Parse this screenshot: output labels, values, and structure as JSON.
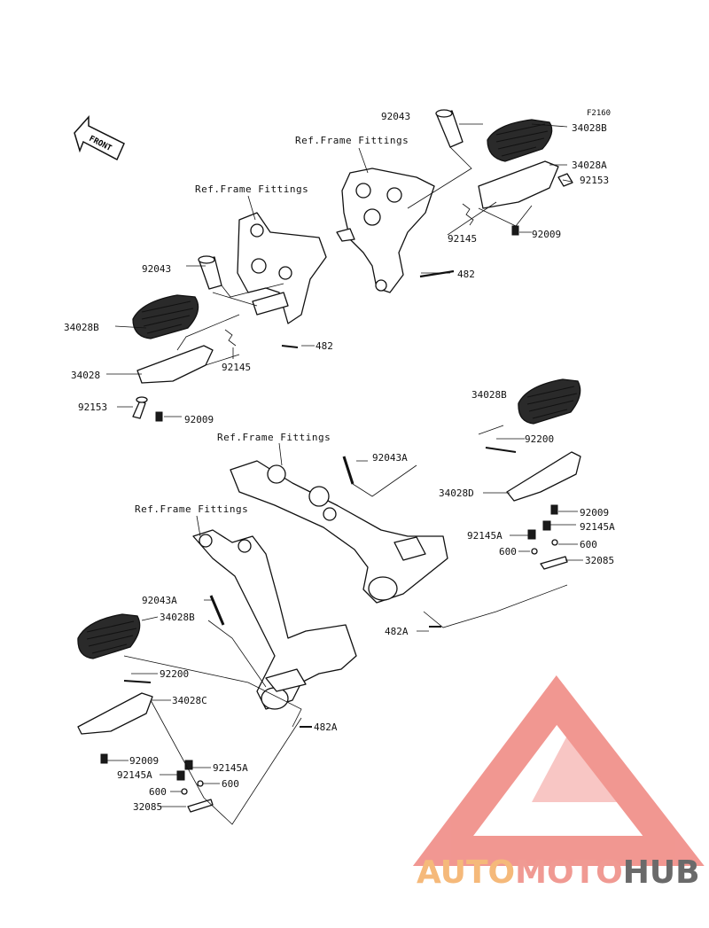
{
  "figure_code": "F2160",
  "front_arrow_text": "FRONT",
  "ref_labels": [
    "Ref.Frame Fittings",
    "Ref.Frame Fittings",
    "Ref.Frame Fittings",
    "Ref.Frame Fittings"
  ],
  "parts": {
    "tr_92043": "92043",
    "tr_34028B": "34028B",
    "tr_34028A": "34028A",
    "tr_92153": "92153",
    "tr_92145": "92145",
    "tr_92009": "92009",
    "tr_482": "482",
    "tl_92043": "92043",
    "tl_34028B": "34028B",
    "tl_92145": "92145",
    "tl_482": "482",
    "tl_34028": "34028",
    "tl_92153": "92153",
    "tl_92009": "92009",
    "br_34028B": "34028B",
    "br_92200": "92200",
    "br_92043A": "92043A",
    "br_34028D": "34028D",
    "br_92009": "92009",
    "br_92145A_r": "92145A",
    "br_92145A_l": "92145A",
    "br_600_r": "600",
    "br_600_l": "600",
    "br_32085": "32085",
    "br_482A": "482A",
    "bl_92043A": "92043A",
    "bl_34028B": "34028B",
    "bl_92200": "92200",
    "bl_34028C": "34028C",
    "bl_482A": "482A",
    "bl_92009": "92009",
    "bl_92145A_r": "92145A",
    "bl_92145A_l": "92145A",
    "bl_600_r": "600",
    "bl_600_l": "600",
    "bl_32085": "32085"
  },
  "watermark": {
    "part1": "AUTO",
    "part2": "MOTO",
    "part3": "HUB",
    "color_auto": "#f5b97a",
    "color_moto": "#f09a93",
    "color_hub": "#6a6a6a",
    "logo_color": "#f08c86"
  }
}
